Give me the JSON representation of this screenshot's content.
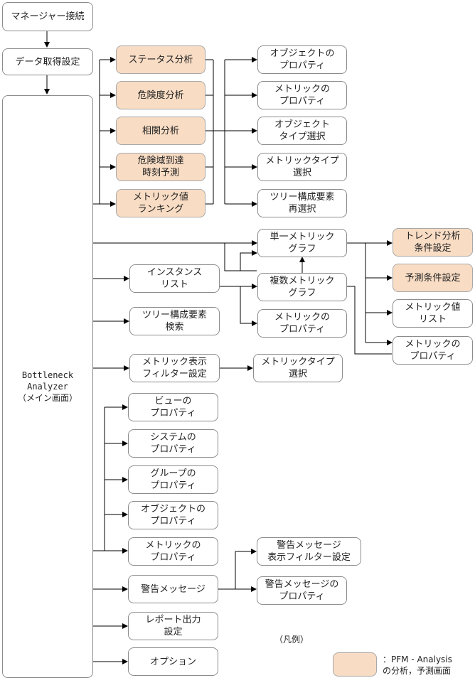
{
  "nodes": {
    "manager_connect": "マネージャー接続",
    "data_get_settings": "データ取得設定",
    "main_screen": "Bottleneck\nAnalyzer\n（メイン画面）",
    "status_analysis": "ステータス分析",
    "risk_analysis": "危険度分析",
    "correlation_analysis": "相関分析",
    "risk_area_prediction": "危険域到達\n時刻予測",
    "metric_ranking": "メトリック値\nランキング",
    "object_properties": "オブジェクトの\nプロパティ",
    "metric_properties": "メトリックの\nプロパティ",
    "object_type_select": "オブジェクト\nタイプ選択",
    "metric_type_select": "メトリックタイプ\n選択",
    "tree_reselect": "ツリー構成要素\n再選択",
    "single_metric_graph": "単一メトリック\nグラフ",
    "multi_metric_graph": "複数メトリック\nグラフ",
    "metric_properties_2": "メトリックの\nプロパティ",
    "instance_list": "インスタンス\nリスト",
    "tree_search": "ツリー構成要素\n検索",
    "metric_display_filter": "メトリック表示\nフィルター設定",
    "metric_type_select_2": "メトリックタイプ\n選択",
    "trend_analysis_settings": "トレンド分析\n条件設定",
    "forecast_settings": "予測条件設定",
    "metric_value_list": "メトリック値\nリスト",
    "metric_properties_3": "メトリックの\nプロパティ",
    "view_properties": "ビューの\nプロパティ",
    "system_properties": "システムの\nプロパティ",
    "group_properties": "グループの\nプロパティ",
    "object_properties_2": "オブジェクトの\nプロパティ",
    "metric_properties_4": "メトリックの\nプロパティ",
    "alert_messages": "警告メッセージ",
    "alert_filter_settings": "警告メッセージ\n表示フィルター設定",
    "alert_properties": "警告メッセージの\nプロパティ",
    "report_output_settings": "レポート出力\n設定",
    "options": "オプション"
  },
  "legend": {
    "title": "（凡例）",
    "description": "：PFM - Analysis\nの分析，予測画面",
    "swatch_color": "#f8dcc4"
  },
  "colors": {
    "pfm_fill": "#f8dcc4",
    "box_border": "#8c8c8c",
    "line": "#000000"
  }
}
